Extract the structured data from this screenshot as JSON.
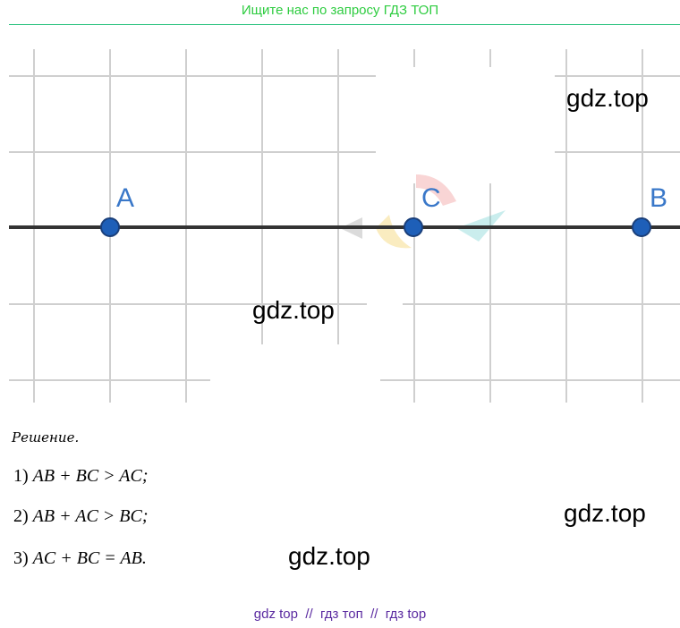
{
  "header": {
    "text": "Ищите нас по запросу ГДЗ ТОП"
  },
  "figure": {
    "points": [
      {
        "label": "A"
      },
      {
        "label": "C"
      },
      {
        "label": "B"
      }
    ],
    "line_color": "#333333",
    "point_color": "#1e5fb8",
    "label_color": "#3a78c9",
    "grid_color": "#cfcfcf"
  },
  "watermarks": [
    "gdz.top",
    "gdz.top",
    "gdz.top",
    "gdz.top"
  ],
  "solution": {
    "heading": "Решение.",
    "lines": [
      {
        "num": "1)",
        "expr": "AB + BC > AC;"
      },
      {
        "num": "2)",
        "expr": "AB + AC > BC;"
      },
      {
        "num": "3)",
        "expr": "AC + BC = AB."
      }
    ]
  },
  "footer": {
    "text": "gdz top  //  гдз топ  //  гдз top"
  }
}
